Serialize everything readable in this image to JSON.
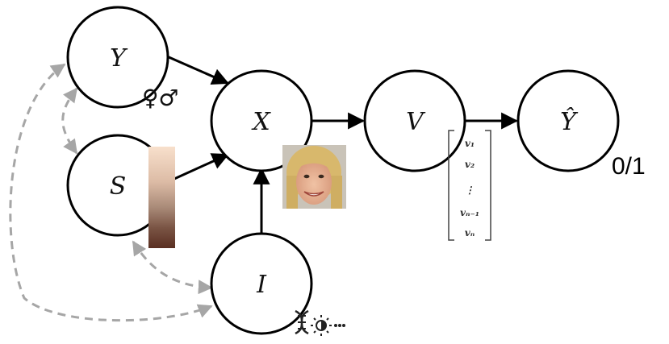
{
  "nodes": {
    "y": "Y",
    "s": "S",
    "x": "X",
    "i": "I",
    "v": "V",
    "y_hat": "Ŷ"
  },
  "annotations": {
    "gender_symbols": "♀♂",
    "outcome": "0/1",
    "vector_entries": [
      "v1",
      "v2",
      "⋮",
      "vn−1",
      "vn"
    ],
    "vector_display": {
      "v1": "v₁",
      "v2": "v₂",
      "vdots": "⋮",
      "vn_1": "vₙ₋₁",
      "vn": "vₙ"
    }
  },
  "icons": {
    "gender": "gender-symbols-icon",
    "skin_tone": "skin-tone-gradient-icon",
    "face": "face-photo-icon",
    "dna": "dna-icon",
    "sun": "sun-icon",
    "more": "ellipsis-icon"
  },
  "colors": {
    "node_stroke": "#000000",
    "arrow": "#000000",
    "dashed": "#aaaaaa",
    "skin_light": "#f6dcc6",
    "skin_dark": "#5a2f22"
  }
}
